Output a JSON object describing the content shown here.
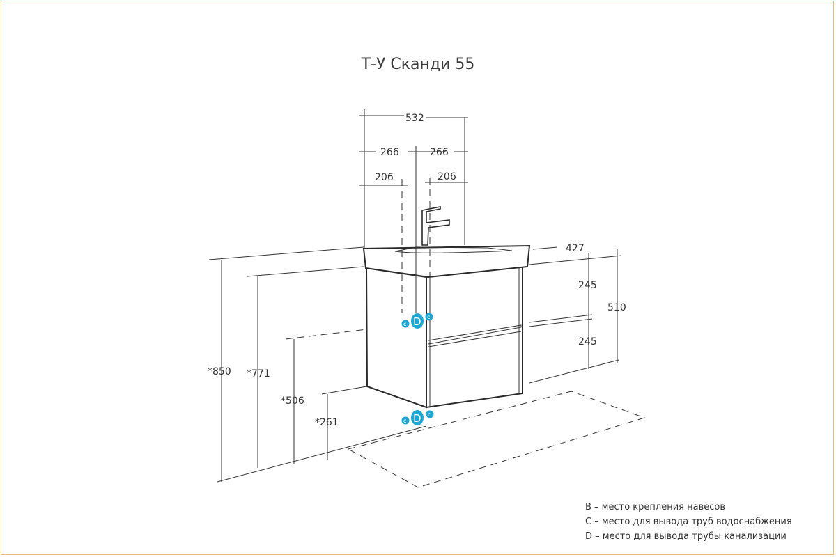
{
  "title": "Т-У Сканди 55",
  "dimensions": {
    "total_width": "532",
    "half_left": "266",
    "half_right": "266",
    "offset_left": "206",
    "offset_right": "206",
    "depth": "427",
    "drawer_top": "245",
    "drawer_bottom": "245",
    "cabinet_height": "510",
    "height_850": "*850",
    "height_771": "*771",
    "height_506": "*506",
    "height_261": "*261"
  },
  "markers": {
    "c": "c",
    "d": "D"
  },
  "legend": [
    "B – место крепления навесов",
    "C – место для вывода труб водоснабжения",
    "D – место для вывода трубы канализации"
  ],
  "colors": {
    "marker": "#1ea7d2",
    "frame": "#e2c27a"
  }
}
